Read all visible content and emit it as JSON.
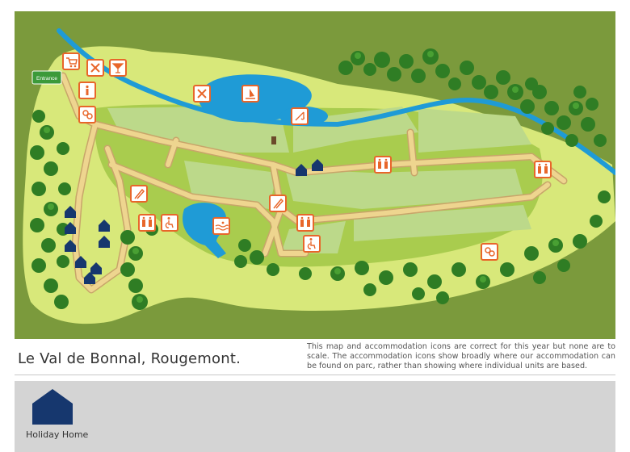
{
  "map": {
    "entrance_label": "Entrance",
    "colors": {
      "surround": "#7b9a3c",
      "park_light": "#d8e87a",
      "park_mid": "#a9cc4e",
      "field": "#bcd98a",
      "path": "#eed58f",
      "path_edge": "#c8a56a",
      "water": "#1f9bd6",
      "tree": "#2f7d24",
      "tree_light": "#49a033",
      "icon_orange": "#e8662a",
      "home": "#16376e"
    },
    "pois": [
      {
        "name": "shop-icon",
        "symbol": "shopping-cart"
      },
      {
        "name": "restaurant-icon",
        "symbol": "knife-fork"
      },
      {
        "name": "bar-icon",
        "symbol": "cocktail-glass"
      },
      {
        "name": "info-icon",
        "symbol": "information"
      },
      {
        "name": "kids-club-icon",
        "symbol": "kids-club"
      },
      {
        "name": "lake-restaurant-icon",
        "symbol": "knife-fork"
      },
      {
        "name": "windsurf-icon",
        "symbol": "windsurfing"
      },
      {
        "name": "fishing-icon",
        "symbol": "fishing"
      },
      {
        "name": "toilets-icon-1",
        "symbol": "toilets"
      },
      {
        "name": "toilets-icon-2",
        "symbol": "toilets"
      },
      {
        "name": "playground-icon-1",
        "symbol": "slide"
      },
      {
        "name": "playground-icon-2",
        "symbol": "slide"
      },
      {
        "name": "toilets-icon-3",
        "symbol": "toilets"
      },
      {
        "name": "disabled-access-icon-1",
        "symbol": "wheelchair"
      },
      {
        "name": "swimming-pool-icon",
        "symbol": "swimming"
      },
      {
        "name": "toilets-icon-4",
        "symbol": "toilets"
      },
      {
        "name": "disabled-access-icon-2",
        "symbol": "wheelchair"
      },
      {
        "name": "kids-club-icon-2",
        "symbol": "kids-club"
      }
    ]
  },
  "caption": {
    "title": "Le Val de Bonnal, Rougemont.",
    "disclaimer": "This map and accommodation icons are correct for this year but none are to scale. The accommodation icons show broadly where our accommodation can be found on parc, rather than showing where individual units are based."
  },
  "key": {
    "items": [
      {
        "label": "Holiday Home",
        "icon": "holiday-home-icon",
        "color": "#16376e"
      }
    ]
  }
}
